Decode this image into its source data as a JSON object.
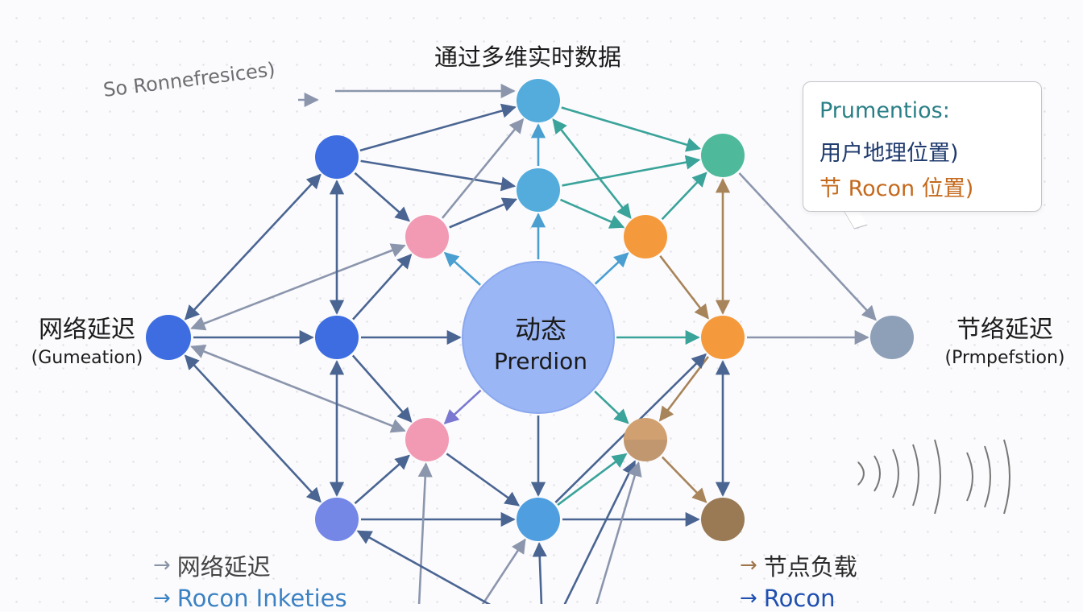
{
  "header": {
    "title": "通过多维实时数据"
  },
  "side_note": "So Ronnefresices)",
  "center_node": {
    "line1": "动态",
    "line2": "Prerdion"
  },
  "left_node": {
    "label": "网络延迟",
    "sublabel": "(Gumeation)"
  },
  "right_node": {
    "label": "节络延迟",
    "sublabel": "(Prmpefstion)"
  },
  "callout": {
    "line1": "Prumentios:",
    "line2": "用户地理位置)",
    "line3": "节 Rocon 位置)"
  },
  "legend": [
    {
      "arrow": "→",
      "label": "网络延迟",
      "color": "#8a93a6"
    },
    {
      "arrow": "→",
      "label": "Rocon Inketies",
      "color": "#3b82c4"
    },
    {
      "arrow": "→",
      "label": "节点负载",
      "color": "#a0744a"
    },
    {
      "arrow": "→",
      "label": "Rocon",
      "color": "#1f4fb0"
    }
  ],
  "colors": {
    "blue_dark": "#3d6de0",
    "blue_sky": "#54acdc",
    "teal": "#4fb99b",
    "orange": "#f59a3c",
    "pink": "#f29ab4",
    "purple": "#7486e6",
    "brown": "#9a7a55",
    "gray_node": "#8ea0b8",
    "center": "#9bb6f5",
    "edge_gray": "#8b96ad",
    "edge_slate": "#4a6592",
    "edge_teal": "#3aa39a",
    "edge_brown": "#a8845a"
  }
}
